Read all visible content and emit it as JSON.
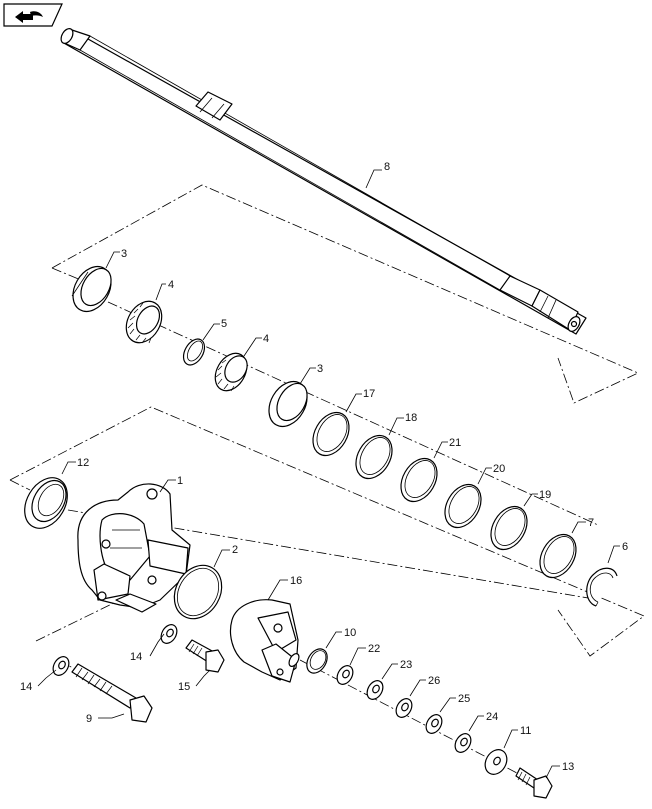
{
  "nav": {
    "icon": "return-arrow-icon"
  },
  "callouts": [
    {
      "id": "c8",
      "label": "8"
    },
    {
      "id": "c3a",
      "label": "3"
    },
    {
      "id": "c4a",
      "label": "4"
    },
    {
      "id": "c5",
      "label": "5"
    },
    {
      "id": "c4b",
      "label": "4"
    },
    {
      "id": "c3b",
      "label": "3"
    },
    {
      "id": "c17",
      "label": "17"
    },
    {
      "id": "c18",
      "label": "18"
    },
    {
      "id": "c21",
      "label": "21"
    },
    {
      "id": "c20",
      "label": "20"
    },
    {
      "id": "c19",
      "label": "19"
    },
    {
      "id": "c7",
      "label": "7"
    },
    {
      "id": "c6",
      "label": "6"
    },
    {
      "id": "c12",
      "label": "12"
    },
    {
      "id": "c1",
      "label": "1"
    },
    {
      "id": "c2",
      "label": "2"
    },
    {
      "id": "c16",
      "label": "16"
    },
    {
      "id": "c10",
      "label": "10"
    },
    {
      "id": "c22",
      "label": "22"
    },
    {
      "id": "c23",
      "label": "23"
    },
    {
      "id": "c26",
      "label": "26"
    },
    {
      "id": "c25",
      "label": "25"
    },
    {
      "id": "c24",
      "label": "24"
    },
    {
      "id": "c11",
      "label": "11"
    },
    {
      "id": "c13",
      "label": "13"
    },
    {
      "id": "c14a",
      "label": "14"
    },
    {
      "id": "c15",
      "label": "15"
    },
    {
      "id": "c14b",
      "label": "14"
    },
    {
      "id": "c9",
      "label": "9"
    }
  ]
}
